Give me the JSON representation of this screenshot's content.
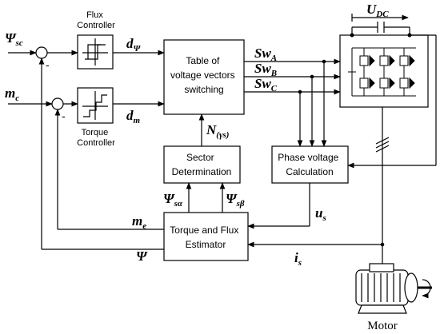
{
  "blocks": {
    "flux_controller": "Flux\nController",
    "torque_controller": "Torque\nController",
    "table": "Table of\nvoltage vectors\nswitching",
    "sector": "Sector\nDetermination",
    "phase_voltage": "Phase voltage\nCalculation",
    "estimator": "Torque and Flux\nEstimator",
    "motor": "Motor"
  },
  "signals": {
    "psi_sc": {
      "base": "Ψ",
      "sub": "sc"
    },
    "m_c": {
      "base": "m",
      "sub": "c"
    },
    "d_psi": {
      "base": "d",
      "sub": "Ψ"
    },
    "d_m": {
      "base": "d",
      "sub": "m"
    },
    "sw_a": {
      "base": "Sw",
      "sub": "A"
    },
    "sw_b": {
      "base": "Sw",
      "sub": "B"
    },
    "sw_c": {
      "base": "Sw",
      "sub": "C"
    },
    "n_gamma": {
      "base": "N",
      "sub": "(γs)"
    },
    "psi_s_alpha": {
      "base": "Ψ",
      "sub": "sα"
    },
    "psi_s_beta": {
      "base": "Ψ",
      "sub": "sβ"
    },
    "m_e": {
      "base": "m",
      "sub": "e"
    },
    "psi": {
      "base": "Ψ",
      "sub": ""
    },
    "u_s": {
      "base": "u",
      "sub": "s"
    },
    "i_s": {
      "base": "i",
      "sub": "s"
    },
    "u_dc": {
      "base": "U",
      "sub": "DC"
    }
  },
  "summing_signs": {
    "flux": "-",
    "torque": "-"
  }
}
